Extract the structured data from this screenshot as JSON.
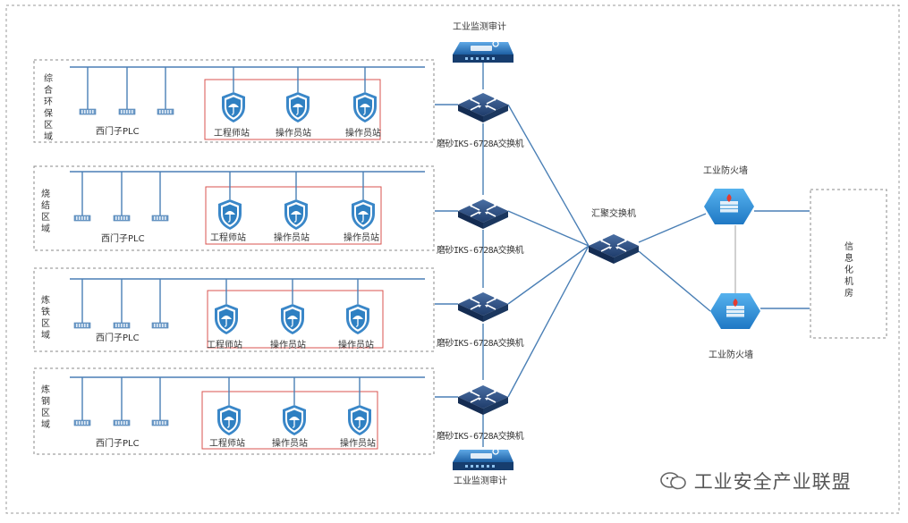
{
  "zones": [
    {
      "name": "综合环保区域",
      "plc_label": "西门子PLC",
      "stations": [
        "工程师站",
        "操作员站",
        "操作员站"
      ],
      "switch_label": "磨砂IKS-6728A交换机"
    },
    {
      "name": "烧结区域",
      "plc_label": "西门子PLC",
      "stations": [
        "工程师站",
        "操作员站",
        "操作员站"
      ],
      "switch_label": "磨砂IKS-6728A交换机"
    },
    {
      "name": "炼铁区域",
      "plc_label": "西门子PLC",
      "stations": [
        "工程师站",
        "操作员站",
        "操作员站"
      ],
      "switch_label": "磨砂IKS-6728A交换机"
    },
    {
      "name": "炼钢区域",
      "plc_label": "西门子PLC",
      "stations": [
        "工程师站",
        "操作员站",
        "操作员站"
      ],
      "switch_label": "磨砂IKS-6728A交换机"
    }
  ],
  "audit_top": "工业监测审计",
  "audit_bottom": "工业监测审计",
  "core_switch": "汇聚交换机",
  "firewall_top": "工业防火墙",
  "firewall_bottom": "工业防火墙",
  "server_room": "信息化机房",
  "watermark": "工业安全产业联盟",
  "colors": {
    "line": "#4a7fb5",
    "device_dark": "#1c3a66",
    "station_blue": "#3a87c8",
    "firewall": "#2e8fd6",
    "red_box": "#d9534f"
  }
}
